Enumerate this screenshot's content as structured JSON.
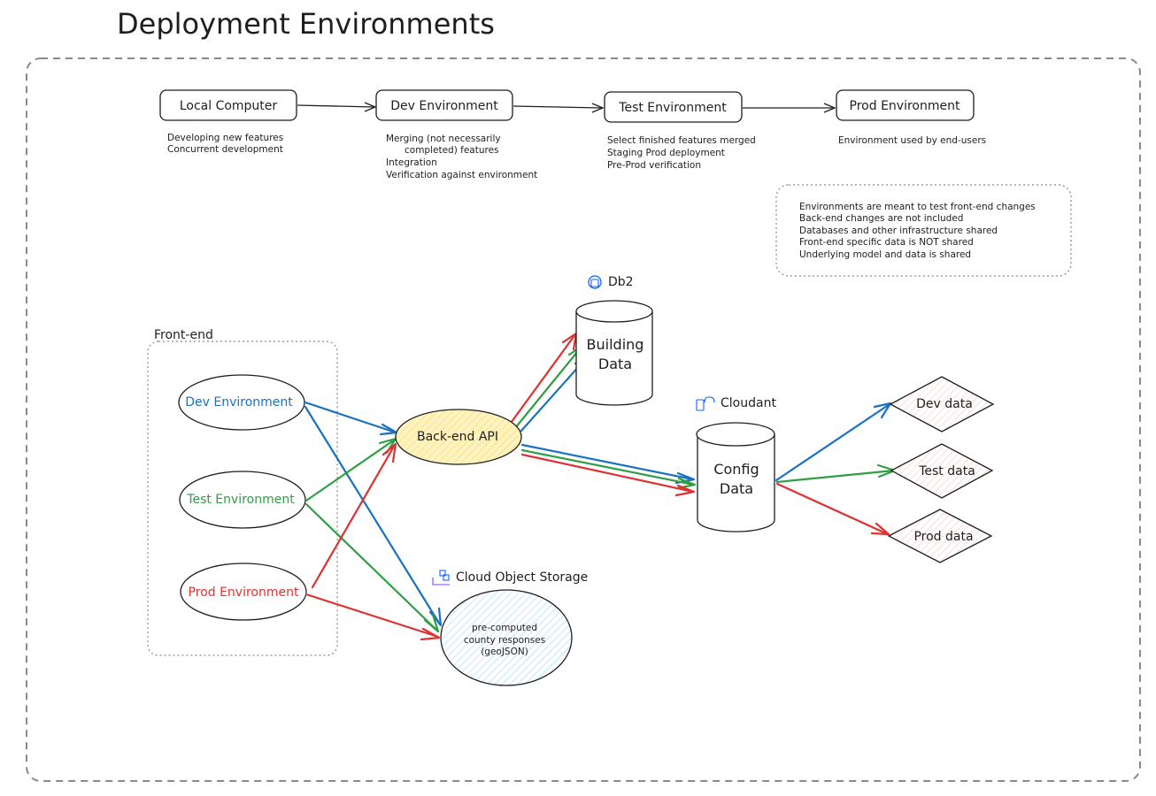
{
  "title": "Deployment Environments",
  "pipeline": {
    "stages": [
      {
        "label": "Local Computer",
        "notes": [
          "Developing new features",
          "Concurrent development"
        ]
      },
      {
        "label": "Dev Environment",
        "notes": [
          "Merging (not necessarily",
          "completed) features",
          "Integration",
          "Verification against environment"
        ]
      },
      {
        "label": "Test Environment",
        "notes": [
          "Select finished features merged",
          "Staging Prod deployment",
          "Pre-Prod verification"
        ]
      },
      {
        "label": "Prod Environment",
        "notes": [
          "Environment used by end-users"
        ]
      }
    ]
  },
  "info_box": {
    "lines": [
      "Environments are meant to test front-end changes",
      "Back-end changes are not included",
      "Databases and other infrastructure shared",
      "Front-end specific data is NOT shared",
      "Underlying model and data is shared"
    ]
  },
  "frontend": {
    "group_label": "Front-end",
    "environments": [
      {
        "label": "Dev Environment",
        "color": "#1971c2"
      },
      {
        "label": "Test Environment",
        "color": "#2f9e44"
      },
      {
        "label": "Prod Environment",
        "color": "#e03131"
      }
    ]
  },
  "backend": {
    "label": "Back-end API",
    "fill": "#fff3bf"
  },
  "db2": {
    "service_label": "Db2",
    "cylinder_lines": [
      "Building",
      "Data"
    ]
  },
  "cloudant": {
    "service_label": "Cloudant",
    "cylinder_lines": [
      "Config",
      "Data"
    ]
  },
  "cos": {
    "service_label": "Cloud Object Storage",
    "lines": [
      "pre-computed",
      "county responses",
      "(geoJSON)"
    ],
    "fill": "#d0ebff"
  },
  "data_outputs": [
    {
      "label": "Dev data",
      "color": "#1971c2"
    },
    {
      "label": "Test data",
      "color": "#2f9e44"
    },
    {
      "label": "Prod data",
      "color": "#e03131"
    }
  ],
  "colors": {
    "dev": "#1971c2",
    "test": "#2f9e44",
    "prod": "#e03131",
    "ink": "#1e1e1e",
    "diamond_fill": "#ffe3e3",
    "icon_blue": "#0f62fe"
  },
  "icons": [
    "db2-icon",
    "cloudant-icon",
    "cloud-object-storage-icon"
  ]
}
